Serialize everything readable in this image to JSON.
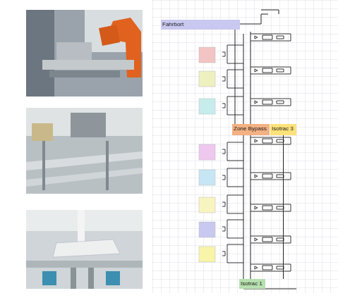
{
  "diagram": {
    "nodes": [
      {
        "text": [
          "Fahrbort"
        ]
      },
      {
        "text": [
          "Zone Bypass"
        ]
      },
      {
        "text": [
          "Isotrac 3"
        ]
      },
      {
        "text": [
          "Isotrac 1"
        ]
      }
    ],
    "edges": [
      {
        "from": 0,
        "to": 1,
        "arrow": "none"
      },
      {
        "from": 2,
        "to": 3,
        "arrow": "none"
      }
    ]
  }
}
